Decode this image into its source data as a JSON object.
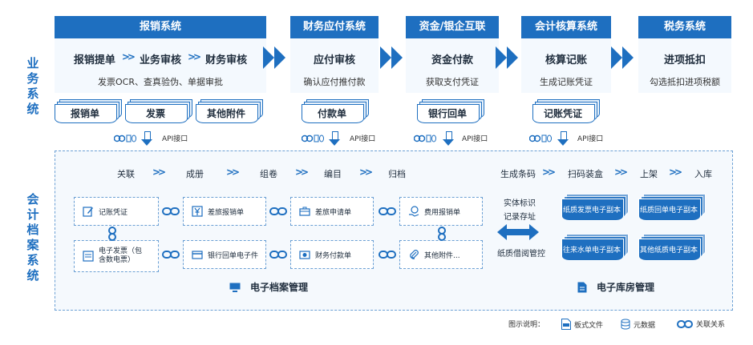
{
  "side_labels": {
    "business": "业务系统",
    "archive": "会计档案系统"
  },
  "systems": [
    {
      "title": "报销系统",
      "flow": [
        "报销提单",
        "业务审核",
        "财务审核"
      ],
      "sub": "发票OCR、查真验伪、单据审批"
    },
    {
      "title": "财务应付系统",
      "main": "应付审核",
      "sub": "确认应付推付款"
    },
    {
      "title": "资金/银企互联",
      "main": "资金付款",
      "sub": "获取支付凭证"
    },
    {
      "title": "会计核算系统",
      "main": "核算记账",
      "sub": "生成记账凭证"
    },
    {
      "title": "税务系统",
      "main": "进项抵扣",
      "sub": "勾选抵扣进项税额"
    }
  ],
  "chevron_glyph": ">>",
  "documents": [
    "报销单",
    "发票",
    "其他附件",
    "付款单",
    "银行回单",
    "记账凭证"
  ],
  "api_label": "API接口",
  "archive_flow": [
    "关联",
    "成册",
    "组卷",
    "编目",
    "归档"
  ],
  "warehouse_flow": [
    "生成条码",
    "扫码装盒",
    "上架",
    "入库"
  ],
  "cards": [
    {
      "label": "记账凭证",
      "icon": "edit-icon"
    },
    {
      "label": "差旅报销单",
      "icon": "yen-icon"
    },
    {
      "label": "差旅申请单",
      "icon": "briefcase-icon"
    },
    {
      "label": "费用报销单",
      "icon": "hand-yen-icon"
    },
    {
      "label": "电子发票（包含数电票）",
      "icon": "invoice-icon"
    },
    {
      "label": "银行回单电子件",
      "icon": "card-icon"
    },
    {
      "label": "财务付款单",
      "icon": "cash-icon"
    },
    {
      "label": "其他附件...",
      "icon": "paperclip-icon"
    }
  ],
  "warehouse": {
    "labels": [
      "实体标识",
      "记录存址",
      "纸质借阅管控"
    ],
    "stacks": [
      "纸质发票电子副本",
      "纸质回单电子副本",
      "往来水单电子副本",
      "其他纸质电子副本"
    ]
  },
  "section_titles": {
    "electronic": "电子档案管理",
    "warehouse": "电子库房管理"
  },
  "legend": {
    "title": "图示说明：",
    "items": [
      "板式文件",
      "元数据",
      "关联关系"
    ]
  },
  "colors": {
    "accent": "#1e6fc0",
    "light": "#f4f9fe"
  }
}
